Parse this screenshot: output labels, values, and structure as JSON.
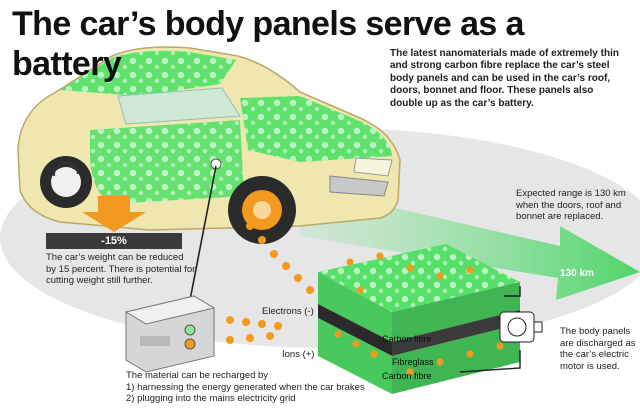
{
  "header": {
    "title": "The car’s body panels serve as a battery"
  },
  "intro": {
    "text": "The latest nanomaterials made of extremely thin and strong carbon fibre replace the car’s steel body panels and can be used in the car’s roof, doors, bonnet and floor. These panels also double up as the car’s battery."
  },
  "weight": {
    "badge": "-15%",
    "note": "The car’s weight can be reduced by 15 percent. There is potential for cutting weight still further."
  },
  "range": {
    "note": "Expected range is 130 km when the doors, roof and bonnet are replaced.",
    "badge": "130 km"
  },
  "battery": {
    "electrons_label": "Electrons (-)",
    "ions_label": "Ions (+)",
    "layers": [
      "Carbon fibre",
      "Fibreglass",
      "Carbon fibre"
    ]
  },
  "motor": {
    "note": "The body panels are discharged as the car’s electric motor is used."
  },
  "recharge": {
    "title": "The material can be recharged by",
    "steps": [
      "1) harnessing the energy generated when the car brakes",
      "2) plugging into the mains electricity grid"
    ]
  },
  "colors": {
    "green_panel": "#56e06a",
    "panel_dot": "#b8f5c0",
    "orange": "#f29a1f",
    "car_body": "#efe6b0",
    "road": "#e3e3e3",
    "dark": "#3a3a3a"
  }
}
